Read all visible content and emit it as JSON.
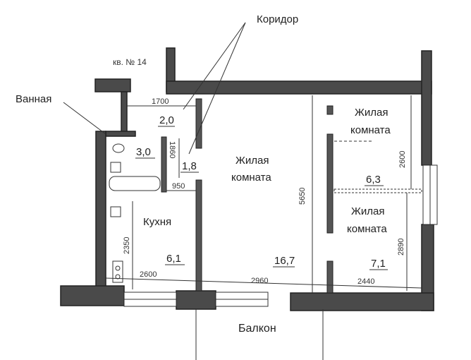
{
  "plan": {
    "apartment_label": "кв. № 14",
    "callouts": {
      "corridor": "Коридор",
      "bathroom": "Ванная"
    },
    "rooms": {
      "living_main": {
        "line1": "Жилая",
        "line2": "комната",
        "area": "16,7"
      },
      "bedroom_top": {
        "line1": "Жилая",
        "line2": "комната"
      },
      "bedroom_bottom": {
        "line1": "Жилая",
        "line2": "комната",
        "area": "7,1"
      },
      "kitchen": {
        "name": "Кухня",
        "area": "6,1"
      },
      "balcony": {
        "name": "Балкон"
      }
    },
    "areas": {
      "corridor_top": "2,0",
      "bathroom": "3,0",
      "corridor_mid": "1,8",
      "middle_room": "6,3"
    },
    "dimensions": {
      "d1700": "1700",
      "d1860": "1860",
      "d950": "950",
      "d5650": "5650",
      "d2600_right": "2600",
      "d2890": "2890",
      "d2440": "2440",
      "d2960": "2960",
      "d2600_kitchen": "2600",
      "d2350": "2350"
    }
  },
  "colors": {
    "wall": "#4a4a4a",
    "line": "#333333",
    "background": "#ffffff"
  }
}
